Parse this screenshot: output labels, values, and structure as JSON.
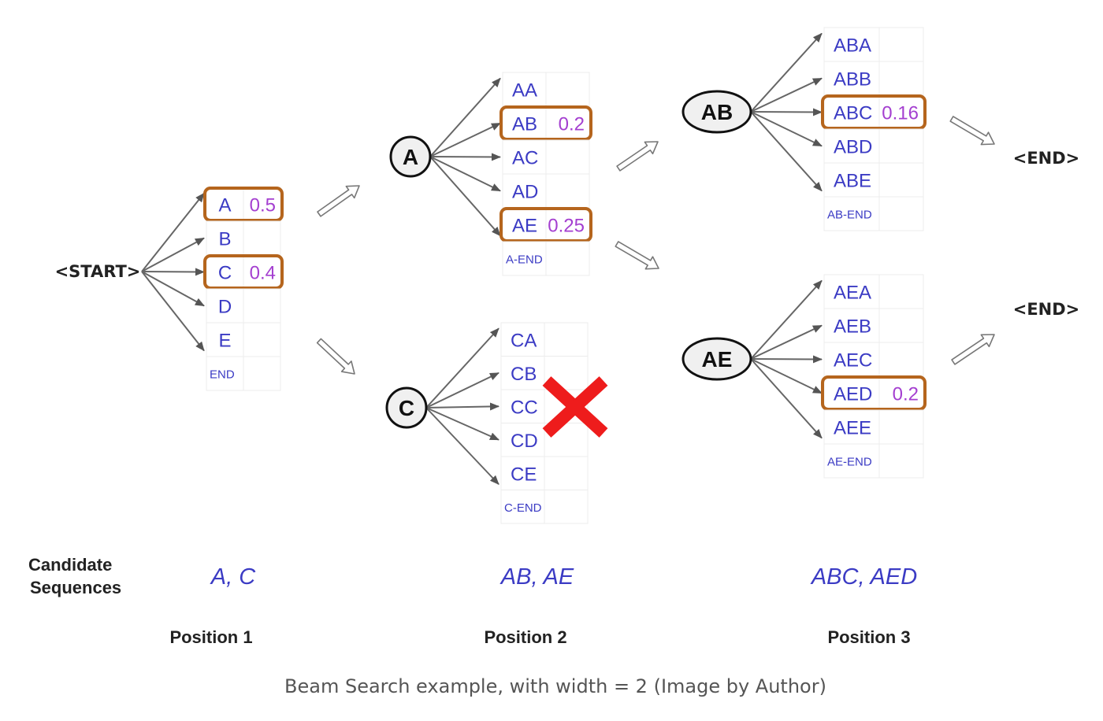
{
  "start_label": "<START>",
  "end_labels": [
    "<END>",
    "<END>"
  ],
  "colors": {
    "token": "#3b3bc4",
    "probability": "#a43fd0",
    "selection_border": "#b5651d",
    "pruned_cross": "#ee1c1c"
  },
  "groups": [
    {
      "id": "start",
      "parent": "<START>",
      "rows": [
        {
          "token": "A",
          "prob": "0.5",
          "selected": true
        },
        {
          "token": "B",
          "prob": "",
          "selected": false
        },
        {
          "token": "C",
          "prob": "0.4",
          "selected": true
        },
        {
          "token": "D",
          "prob": "",
          "selected": false
        },
        {
          "token": "E",
          "prob": "",
          "selected": false
        },
        {
          "token": "END",
          "prob": "",
          "selected": false,
          "small": true
        }
      ]
    },
    {
      "id": "A",
      "parent": "A",
      "rows": [
        {
          "token": "AA",
          "prob": "",
          "selected": false
        },
        {
          "token": "AB",
          "prob": "0.2",
          "selected": true
        },
        {
          "token": "AC",
          "prob": "",
          "selected": false
        },
        {
          "token": "AD",
          "prob": "",
          "selected": false
        },
        {
          "token": "AE",
          "prob": "0.25",
          "selected": true
        },
        {
          "token": "A-END",
          "prob": "",
          "selected": false,
          "small": true
        }
      ]
    },
    {
      "id": "C",
      "parent": "C",
      "pruned": true,
      "rows": [
        {
          "token": "CA",
          "prob": "",
          "selected": false
        },
        {
          "token": "CB",
          "prob": "",
          "selected": false
        },
        {
          "token": "CC",
          "prob": "",
          "selected": false
        },
        {
          "token": "CD",
          "prob": "",
          "selected": false
        },
        {
          "token": "CE",
          "prob": "",
          "selected": false
        },
        {
          "token": "C-END",
          "prob": "",
          "selected": false,
          "small": true
        }
      ]
    },
    {
      "id": "AB",
      "parent": "AB",
      "rows": [
        {
          "token": "ABA",
          "prob": "",
          "selected": false
        },
        {
          "token": "ABB",
          "prob": "",
          "selected": false
        },
        {
          "token": "ABC",
          "prob": "0.16",
          "selected": true
        },
        {
          "token": "ABD",
          "prob": "",
          "selected": false
        },
        {
          "token": "ABE",
          "prob": "",
          "selected": false
        },
        {
          "token": "AB-END",
          "prob": "",
          "selected": false,
          "small": true
        }
      ]
    },
    {
      "id": "AE",
      "parent": "AE",
      "rows": [
        {
          "token": "AEA",
          "prob": "",
          "selected": false
        },
        {
          "token": "AEB",
          "prob": "",
          "selected": false
        },
        {
          "token": "AEC",
          "prob": "",
          "selected": false
        },
        {
          "token": "AED",
          "prob": "0.2",
          "selected": true
        },
        {
          "token": "AEE",
          "prob": "",
          "selected": false
        },
        {
          "token": "AE-END",
          "prob": "",
          "selected": false,
          "small": true
        }
      ]
    }
  ],
  "candidates": {
    "label_line1": "Candidate",
    "label_line2": "Sequences",
    "positions": [
      {
        "sequences": "A, C",
        "label": "Position 1"
      },
      {
        "sequences": "AB, AE",
        "label": "Position 2"
      },
      {
        "sequences": "ABC, AED",
        "label": "Position 3"
      }
    ]
  },
  "caption": "Beam Search example, with width = 2 (Image by Author)"
}
